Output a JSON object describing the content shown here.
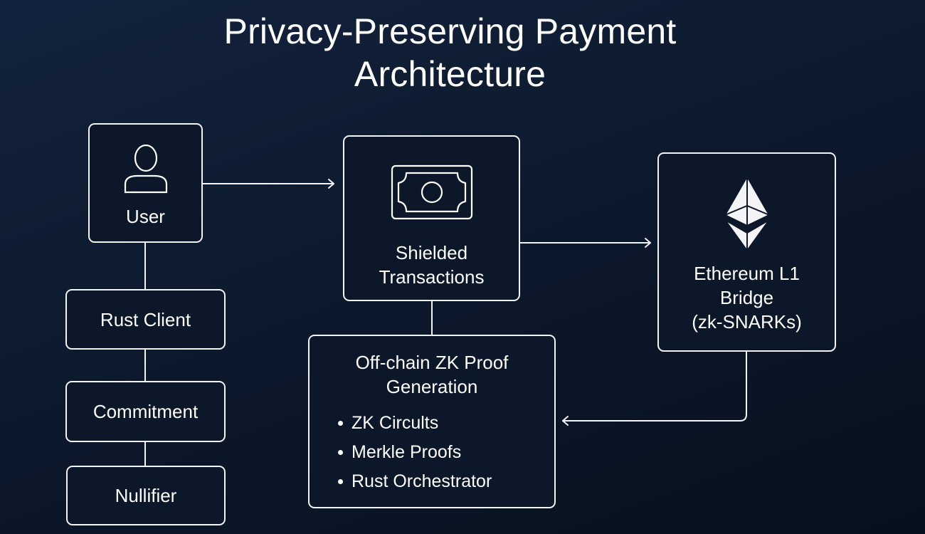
{
  "title": {
    "line1": "Privacy-Preserving Payment",
    "line2": "Architecture"
  },
  "colors": {
    "background_top": "#13233d",
    "background_bottom": "#07101d",
    "box_fill": "#0c1729",
    "stroke": "#f2f4f7",
    "text": "#ffffff"
  },
  "nodes": {
    "user": {
      "label": "User",
      "icon": "user-icon"
    },
    "shielded": {
      "label_line1": "Shielded",
      "label_line2": "Transactions",
      "icon": "banknote-icon"
    },
    "ethereum": {
      "label_line1": "Ethereum L1",
      "label_line2": "Bridge",
      "label_line3": "(zk-SNARKs)",
      "icon": "ethereum-icon"
    },
    "rust_client": {
      "label": "Rust Client"
    },
    "commitment": {
      "label": "Commitment"
    },
    "nullifier": {
      "label": "Nullifier"
    },
    "offchain": {
      "label_line1": "Off-chain ZK Proof",
      "label_line2": "Generation",
      "items": [
        "ZK Circults",
        "Merkle Proofs",
        "Rust Orchestrator"
      ]
    }
  },
  "edges": [
    {
      "from": "user",
      "to": "shielded",
      "type": "arrow"
    },
    {
      "from": "shielded",
      "to": "ethereum",
      "type": "arrow"
    },
    {
      "from": "ethereum",
      "to": "offchain",
      "type": "arrow"
    },
    {
      "from": "shielded",
      "to": "offchain",
      "type": "line"
    },
    {
      "from": "user",
      "to": "rust_client",
      "type": "line"
    },
    {
      "from": "rust_client",
      "to": "commitment",
      "type": "line"
    },
    {
      "from": "commitment",
      "to": "nullifier",
      "type": "line"
    }
  ]
}
